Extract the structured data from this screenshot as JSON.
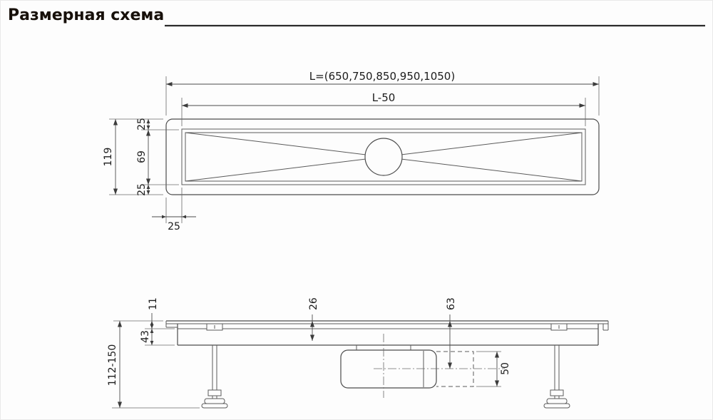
{
  "title": "Размерная схема",
  "top_view": {
    "overall_length": "L=(650,750,850,950,1050)",
    "grate_length": "L-50",
    "overall_width": "119",
    "edge_top": "25",
    "grate_width": "69",
    "edge_bottom": "25",
    "end_offset": "25"
  },
  "side_view": {
    "flange_height": "11",
    "channel_depth": "43",
    "install_height_range": "112-150",
    "trap_inlet_depth": "26",
    "outlet_axis_depth": "63",
    "outlet_diameter": "50"
  }
}
